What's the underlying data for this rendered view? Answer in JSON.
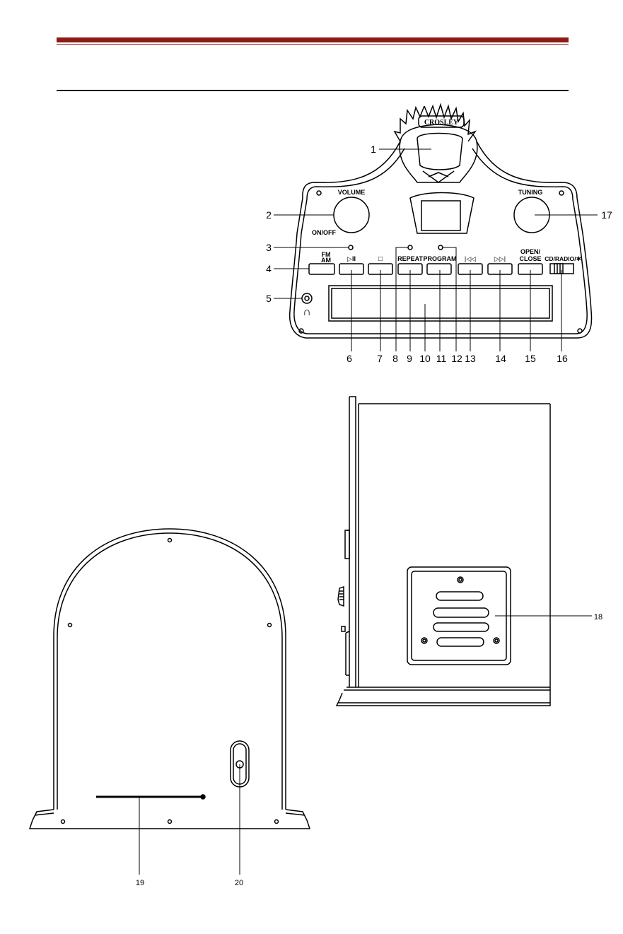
{
  "brand": "CROSLEY",
  "front_panel": {
    "knobs": {
      "volume": "VOLUME",
      "on_off": "ON/OFF",
      "tuning": "TUNING"
    },
    "buttons": {
      "band_fm": "FM",
      "band_am": "AM",
      "play_pause": "▷II",
      "stop": "□",
      "repeat": "REPEAT",
      "program": "PROGRAM",
      "skip_back": "|◁◁",
      "skip_forward": "▷▷|",
      "open": "OPEN/",
      "close": "CLOSE",
      "function_switch": "CD/RADIO/✱"
    },
    "headphone_symbol": "∩"
  },
  "callouts": {
    "c1": "1",
    "c2": "2",
    "c3": "3",
    "c4": "4",
    "c5": "5",
    "c6": "6",
    "c7": "7",
    "c8": "8",
    "c9": "9",
    "c10": "10",
    "c11": "11",
    "c12": "12",
    "c13": "13",
    "c14": "14",
    "c15": "15",
    "c16": "16",
    "c17": "17",
    "c18": "18",
    "c19": "19",
    "c20": "20"
  },
  "colors": {
    "header_bar": "#8e1b16",
    "ink": "#000000",
    "paper": "#ffffff"
  }
}
